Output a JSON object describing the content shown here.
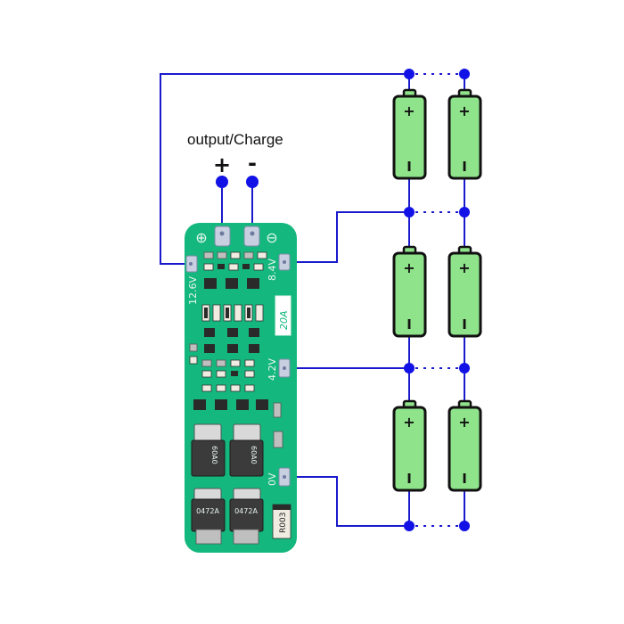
{
  "output_label": "output/Charge",
  "plus_sign": "+",
  "minus_sign": "-",
  "board": {
    "voltage_12_6": "12.6V",
    "voltage_8_4": "8.4V",
    "voltage_4_2": "4.2V",
    "voltage_0": "0V",
    "current_rating": "20A",
    "pad_plus_symbol": "⊕",
    "pad_minus_symbol": "⊖",
    "chip_top_left": "60A0",
    "chip_top_right": "60A0",
    "chip_bottom_left": "0472A",
    "chip_bottom_right": "0472A",
    "shunt_code": "R003"
  },
  "battery": {
    "plus_mark": "+",
    "minus_mark": "I"
  },
  "colors": {
    "wire": "#1a1acd",
    "node": "#1212e6",
    "battery": "#8fe38a",
    "pcb": "#14b87e"
  }
}
